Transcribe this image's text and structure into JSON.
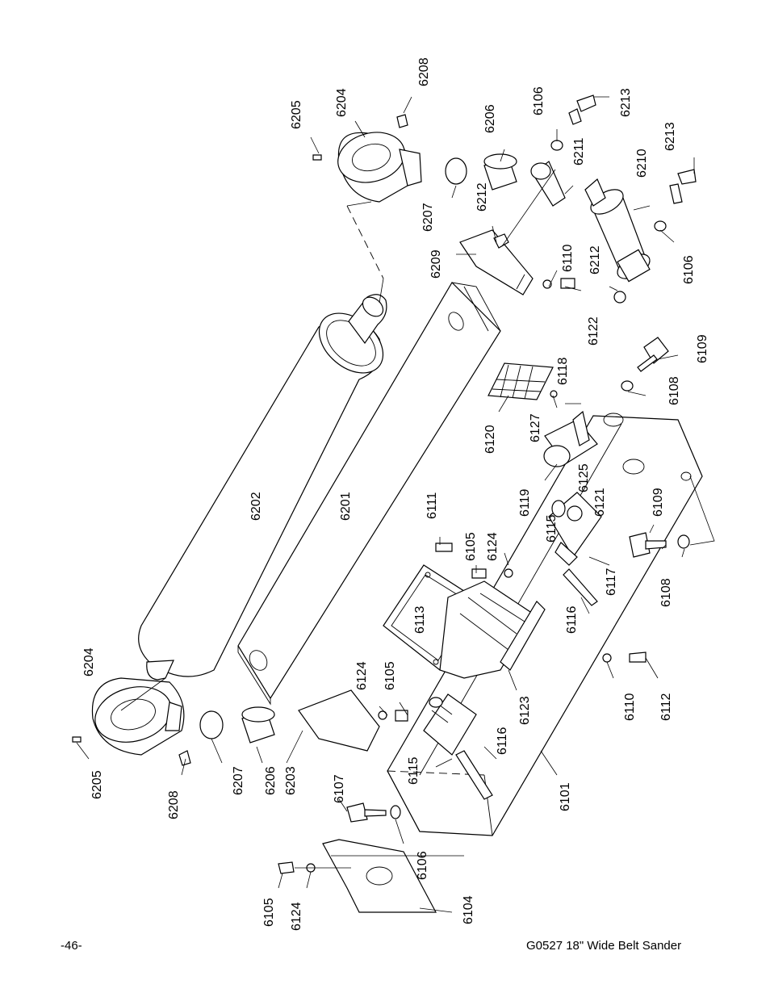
{
  "footer": {
    "page_number": "-46-",
    "manual_title": "G0527  18\" Wide Belt Sander"
  },
  "parts": [
    "6101",
    "6104",
    "6105",
    "6105",
    "6105",
    "6106",
    "6106",
    "6106",
    "6107",
    "6108",
    "6108",
    "6109",
    "6109",
    "6110",
    "6110",
    "6111",
    "6112",
    "6113",
    "6115",
    "6115",
    "6116",
    "6116",
    "6117",
    "6118",
    "6119",
    "6120",
    "6121",
    "6122",
    "6123",
    "6124",
    "6124",
    "6124",
    "6125",
    "6127",
    "6201",
    "6202",
    "6203",
    "6204",
    "6204",
    "6205",
    "6205",
    "6206",
    "6206",
    "6207",
    "6207",
    "6208",
    "6208",
    "6209",
    "6210",
    "6211",
    "6212",
    "6212",
    "6213",
    "6213"
  ]
}
